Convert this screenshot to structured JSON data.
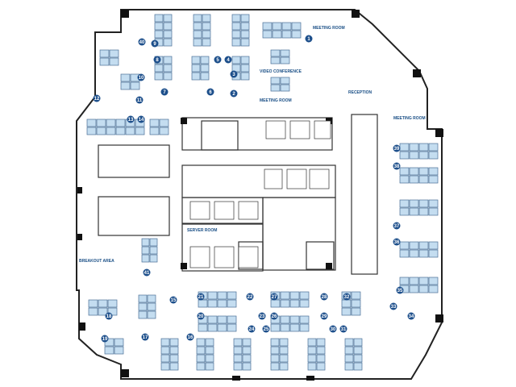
{
  "labels": {
    "meeting_room_top": "MEETING ROOM",
    "video_conference": "VIDEO CONFERENCE",
    "meeting_room_mid": "MEETING ROOM",
    "reception": "RECEPTION",
    "meeting_room_right": "MEETING ROOM",
    "server_room": "SERVER ROOM",
    "breakout_area": "BREAKOUT AREA"
  },
  "markers": [
    "1",
    "2",
    "3",
    "4",
    "5",
    "6",
    "7",
    "8",
    "9",
    "10",
    "11",
    "12",
    "13",
    "14",
    "15",
    "16",
    "17",
    "18",
    "19",
    "20",
    "21",
    "22",
    "23",
    "24",
    "25",
    "26",
    "27",
    "28",
    "29",
    "30",
    "31",
    "32",
    "33",
    "34",
    "35",
    "36",
    "37",
    "38",
    "39",
    "40",
    "41"
  ],
  "colors": {
    "desk": "#c4ddf0",
    "desk_stroke": "#4a6f96",
    "wall": "#111111",
    "marker": "#1d4f8b",
    "label": "#1a4f86"
  }
}
